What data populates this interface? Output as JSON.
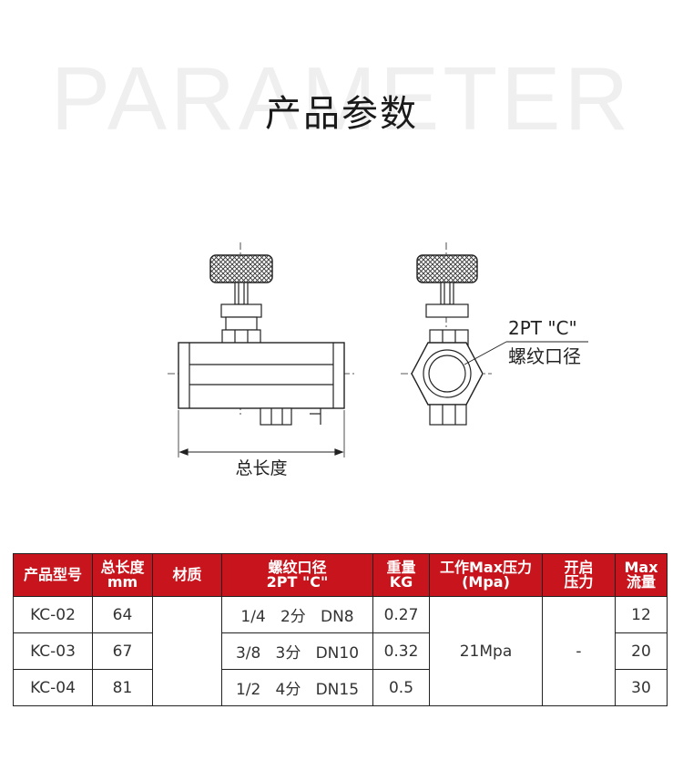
{
  "header": {
    "bg_word": "PARAMETER",
    "title": "产品参数"
  },
  "diagram": {
    "length_label": "总长度",
    "port_label_1": "2PT \"C\"",
    "port_label_2": "螺纹口径"
  },
  "table": {
    "headers": [
      {
        "l1": "产品型号",
        "l2": ""
      },
      {
        "l1": "总长度",
        "l2": "mm"
      },
      {
        "l1": "材质",
        "l2": ""
      },
      {
        "l1": "螺纹口径",
        "l2": "2PT \"C\""
      },
      {
        "l1": "重量",
        "l2": "KG"
      },
      {
        "l1": "工作Max压力",
        "l2": "(Mpa)"
      },
      {
        "l1": "开启",
        "l2": "压力"
      },
      {
        "l1": "Max",
        "l2": "流量"
      }
    ],
    "rows": [
      {
        "model": "KC-02",
        "length": "64",
        "thread": "1/4   2分   DN8",
        "weight": "0.27",
        "flow": "12"
      },
      {
        "model": "KC-03",
        "length": "67",
        "thread": "3/8   3分   DN10",
        "weight": "0.32",
        "flow": "20"
      },
      {
        "model": "KC-04",
        "length": "81",
        "thread": "1/2   4分   DN15",
        "weight": "0.5",
        "flow": "30"
      }
    ],
    "material": "",
    "max_pressure": "21Mpa",
    "open_pressure": "-"
  },
  "colors": {
    "header_bg": "#c8151d",
    "header_text": "#ffffff"
  }
}
